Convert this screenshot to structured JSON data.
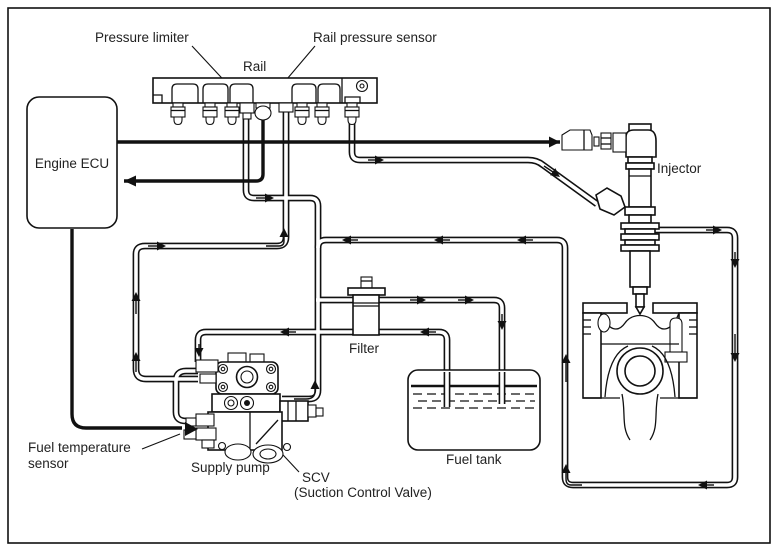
{
  "diagram": {
    "labels": {
      "pressure_limiter": "Pressure limiter",
      "rail_pressure_sensor": "Rail pressure sensor",
      "rail": "Rail",
      "engine_ecu": "Engine ECU",
      "injector": "Injector",
      "filter": "Filter",
      "fuel_tank": "Fuel tank",
      "supply_pump": "Supply pump",
      "scv_abbr": "SCV",
      "scv_full": "(Suction Control Valve)",
      "fuel_temp_sensor_line1": "Fuel temperature",
      "fuel_temp_sensor_line2": "sensor"
    },
    "colors": {
      "line": "#111111",
      "text": "#222222",
      "background": "#ffffff"
    },
    "components": [
      "engine-ecu",
      "rail",
      "pressure-limiter",
      "rail-pressure-sensor",
      "injector",
      "filter",
      "fuel-tank",
      "supply-pump",
      "scv",
      "fuel-temperature-sensor",
      "piston-cylinder"
    ]
  }
}
